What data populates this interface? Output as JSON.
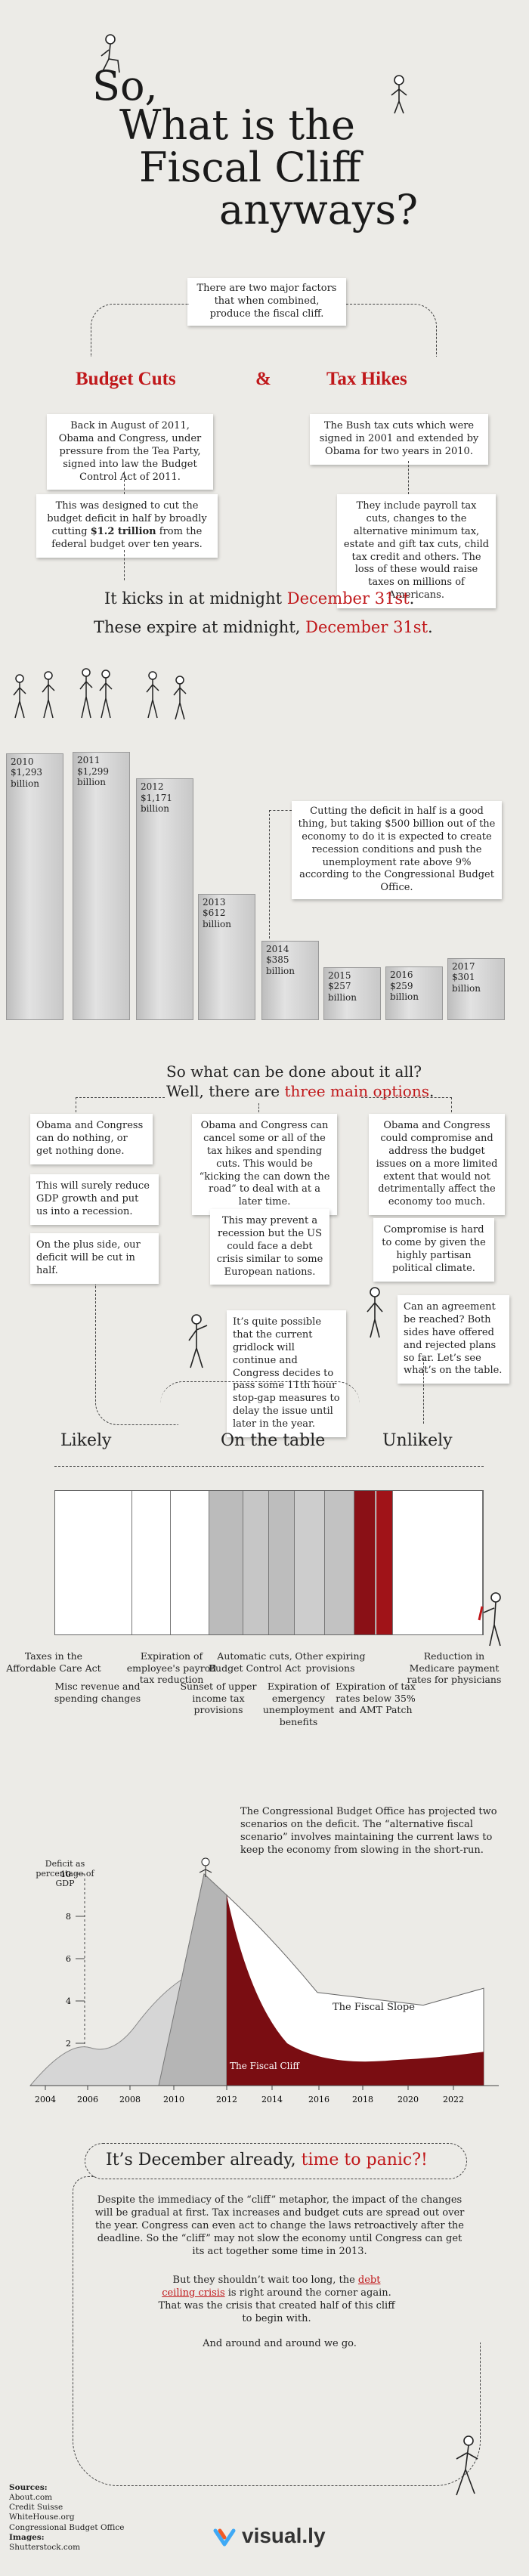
{
  "title": {
    "line1": "So,",
    "line2": "What is the",
    "line3": "Fiscal Cliff",
    "line4": "anyways?"
  },
  "intro": "There are two major factors that when combined, produce the fiscal cliff.",
  "headings": {
    "left": "Budget Cuts",
    "amp": "&",
    "right": "Tax Hikes"
  },
  "budget": {
    "p1": "Back in August of 2011, Obama and Congress, under pressure from the Tea Party, signed into law the Budget Control Act of 2011.",
    "p2_pre": "This was designed to cut the budget deficit in half by broadly cutting ",
    "p2_bold": "$1.2 trillion",
    "p2_post": " from the federal budget over ten years."
  },
  "tax": {
    "p1": "The Bush tax cuts which were signed in 2001 and extended by Obama for two years in 2010.",
    "p2": "They include payroll tax cuts, changes to the alternative minimum tax, estate and gift tax cuts, child tax credit and others.  The loss of these would raise taxes on millions of Americans."
  },
  "kicks": {
    "pre": "It kicks in at midnight ",
    "date": "December 31st",
    "post": "."
  },
  "expire": {
    "pre": "These expire at midnight, ",
    "date": "December 31st",
    "post": "."
  },
  "deficit_note": "Cutting the deficit in half is a good thing, but taking $500 billion out of the economy to do it is expected to create recession conditions and push the unemployment rate above 9% according to the Congressional Budget Office.",
  "chart_data": [
    {
      "type": "bar",
      "categories": [
        "2010",
        "2011",
        "2012",
        "2013",
        "2014",
        "2015",
        "2016",
        "2017"
      ],
      "values": [
        1293,
        1299,
        1171,
        612,
        385,
        257,
        259,
        301
      ],
      "labels": [
        "$1,293 billion",
        "$1,299 billion",
        "$1,171 billion",
        "$612 billion",
        "$385 billion",
        "$257 billion",
        "$259 billion",
        "$301 billion"
      ]
    },
    {
      "type": "bar",
      "categories": [
        "Likely",
        "On the table",
        "Unlikely"
      ],
      "segments": [
        {
          "name": "Taxes in the Affordable Care Act",
          "group": "Likely"
        },
        {
          "name": "Misc revenue and spending changes",
          "group": "Likely"
        },
        {
          "name": "Expiration of employee's payroll tax reduction",
          "group": "Likely"
        },
        {
          "name": "Sunset of upper income tax provisions",
          "group": "On the table"
        },
        {
          "name": "Automatic cuts, Budget Control Act",
          "group": "On the table"
        },
        {
          "name": "Expiration of emergency unemployment benefits",
          "group": "On the table"
        },
        {
          "name": "Other expiring provisions",
          "group": "On the table"
        },
        {
          "name": "Expiration of tax rates below 35% and AMT Patch",
          "group": "Unlikely"
        },
        {
          "name": "Reduction in Medicare payment rates for physicians",
          "group": "Unlikely"
        }
      ]
    },
    {
      "type": "area",
      "ylabel": "Deficit as percentage of GDP",
      "x_ticks": [
        "2004",
        "2006",
        "2008",
        "2010",
        "2012",
        "2014",
        "2016",
        "2018",
        "2020",
        "2022"
      ],
      "y_ticks": [
        "2",
        "4",
        "6",
        "8",
        "10"
      ],
      "ylim": [
        0,
        10
      ],
      "series": [
        {
          "name": "The Fiscal Cliff"
        },
        {
          "name": "The Fiscal Slope"
        }
      ]
    }
  ],
  "options": {
    "heading1": "So what can be done about it all?",
    "heading2_pre": "Well, there are ",
    "heading2_red": "three main options",
    "heading2_post": ".",
    "a1": "Obama and Congress can do nothing, or get nothing done.",
    "a2": "This will surely reduce GDP growth and put us into a recession.",
    "a3": "On the plus side, our deficit will be cut in half.",
    "b1": "Obama and Congress can cancel some or all of the tax hikes and spending cuts. This would be “kicking the can down the road” to deal with at a later time.",
    "b2": "This may prevent a recession but the US could face a debt crisis similar to some European nations.",
    "b3": "It’s quite possible that the current gridlock will continue and Congress decides to pass some 11th hour stop-gap measures to delay the issue until later in the year.",
    "c1": "Obama and Congress could compromise and address the budget issues on a more limited extent that would not detrimentally affect the economy too much.",
    "c2": "Compromise is hard to come by given the highly partisan political climate.",
    "c3": "Can an agreement be reached?  Both sides have offered and rejected plans so far. Let’s see what’s on the table."
  },
  "cbo": "The Congressional Budget Office has projected two scenarios on the deficit. The “alternative fiscal scenario” involves maintaining the current laws to keep the economy from slowing in the short-run.",
  "panic": {
    "pre": "It’s December already, ",
    "red": "time to panic?!"
  },
  "closing": {
    "p1": "Despite the immediacy of the “cliff” metaphor, the impact of the changes will be gradual at first.  Tax increases and budget cuts are spread out over the year. Congress can even act to change the laws retroactively after the deadline.  So the “cliff” may not slow the economy until Congress can get its act together some time in 2013.",
    "p2_pre": "But they shouldn’t wait too long, the ",
    "p2_red": "debt ceiling crisis",
    "p2_post": " is right around the corner again.  That was the crisis that created half of this cliff to begin with.",
    "p3": "And around and around we go."
  },
  "sources": {
    "label": "Sources:",
    "items": [
      "About.com",
      "Credit Suisse",
      "WhiteHouse.org",
      "Congressional Budget Office"
    ],
    "images_label": "Images:",
    "images": [
      "Shutterstock.com"
    ]
  },
  "brand": {
    "name": "visual.ly"
  },
  "colors": {
    "accent": "#c0181b",
    "background": "#ecebe7",
    "cliff": "#7a0d12"
  }
}
